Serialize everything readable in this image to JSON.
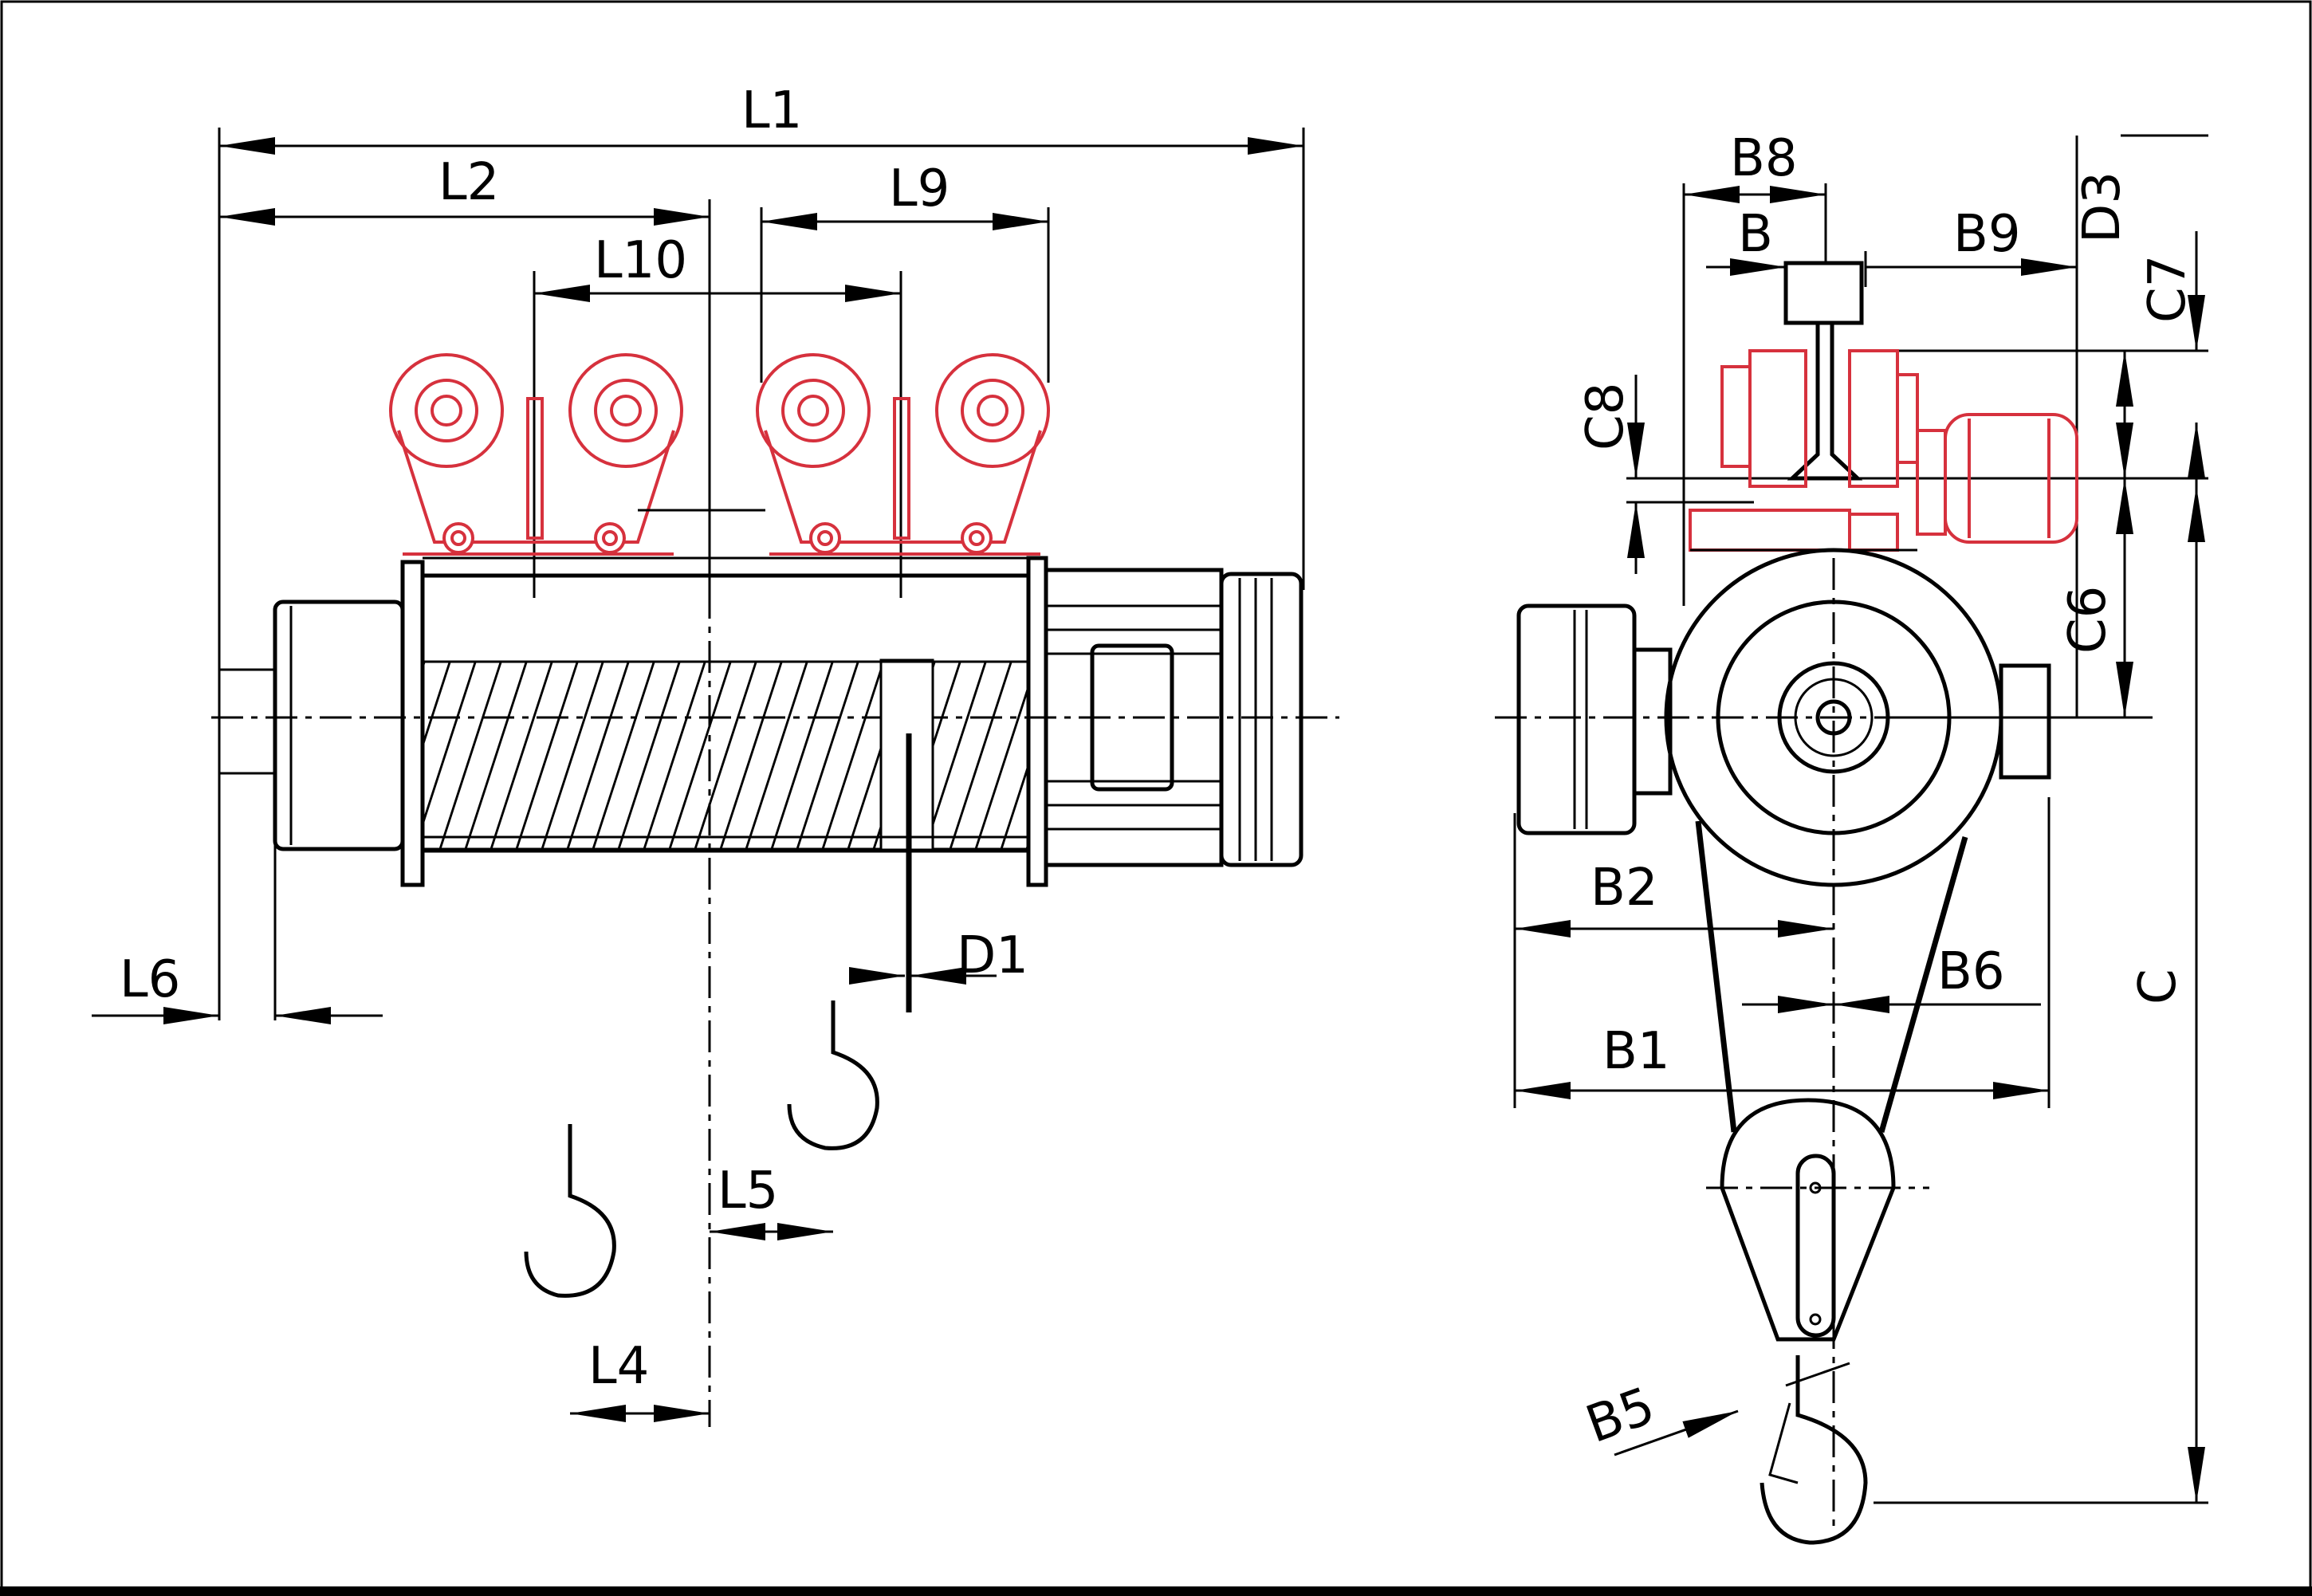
{
  "labels": {
    "L1": "L1",
    "L2": "L2",
    "L9": "L9",
    "L10": "L10",
    "L6": "L6",
    "D1": "D1",
    "L5": "L5",
    "L4": "L4",
    "B8": "B8",
    "B": "B",
    "B9": "B9",
    "D3": "D3",
    "C7": "C7",
    "C8": "C8",
    "C6": "C6",
    "B2": "B2",
    "B6": "B6",
    "B1": "B1",
    "C": "C",
    "B5": "B5"
  },
  "colors": {
    "line": "#000000",
    "trolley": "#d6313d",
    "background": "#ffffff"
  }
}
